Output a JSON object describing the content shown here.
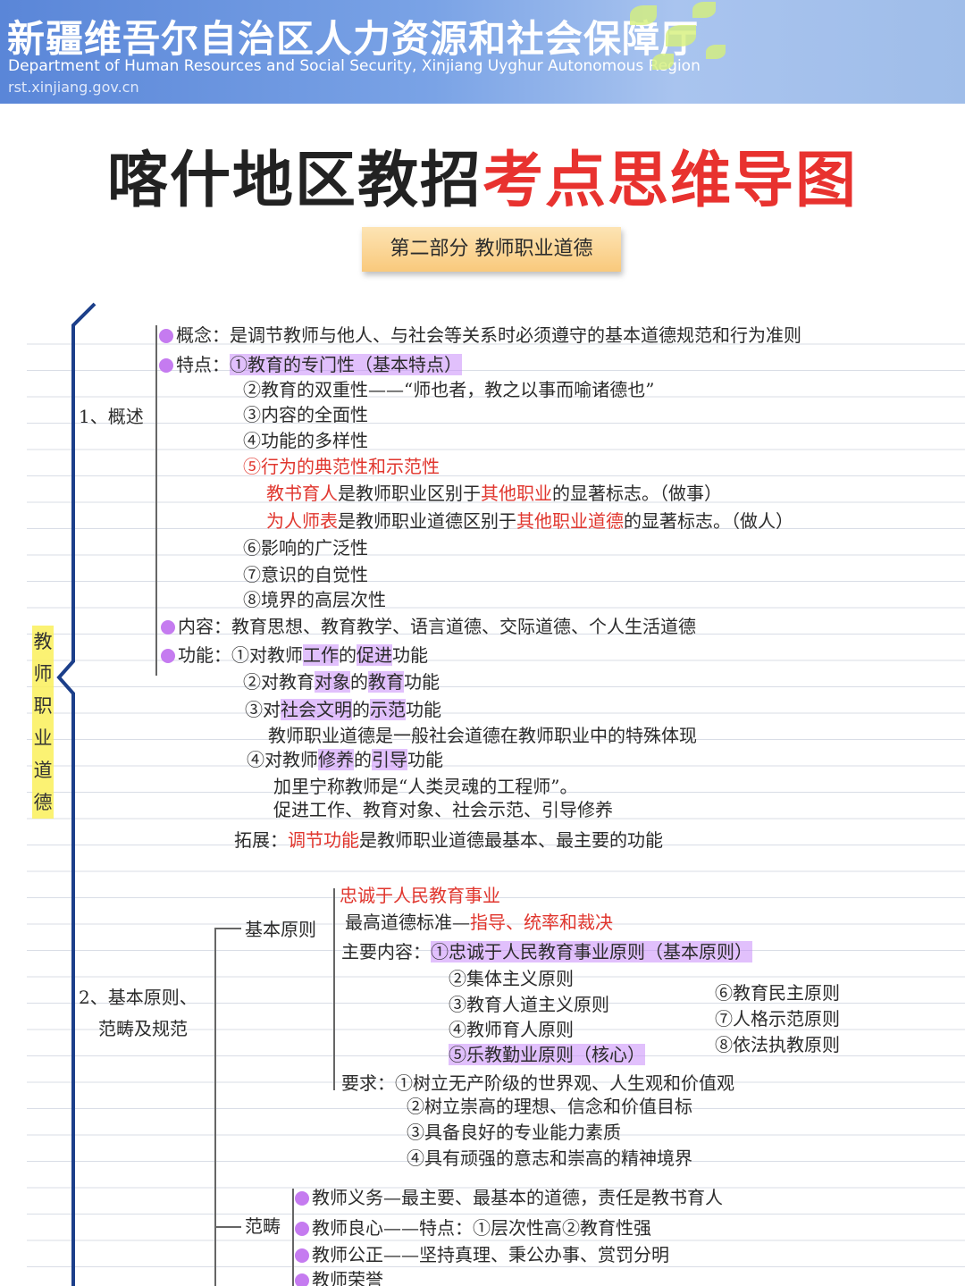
{
  "banner": {
    "title": "新疆维吾尔自治区人力资源和社会保障厅",
    "subtitle": "Department of Human Resources and Social Security, Xinjiang Uyghur Autonomous Region",
    "url": "rst.xinjiang.gov.cn"
  },
  "title": {
    "part1": "喀什地区教招",
    "part2": "考点思维导图"
  },
  "section_tag": "第二部分  教师职业道德",
  "side_label": [
    "教",
    "师",
    "职",
    "业",
    "道",
    "德"
  ],
  "overview": {
    "heading": "1、概述",
    "concept_label": "概念：",
    "concept": "是调节教师与他人、与社会等关系时必须遵守的基本道德规范和行为准则",
    "features_label": "特点：",
    "f1": "①教育的专门性（基本特点）",
    "f2": "②教育的双重性——“师也者，教之以事而喻诸德也”",
    "f3": "③内容的全面性",
    "f4": "④功能的多样性",
    "f5": "⑤行为的典范性和示范性",
    "f5a_1": "教书育人",
    "f5a_2": "是教师职业区别于",
    "f5a_3": "其他职业",
    "f5a_4": "的显著标志。（做事）",
    "f5b_1": "为人师表",
    "f5b_2": "是教师职业道德区别于",
    "f5b_3": "其他职业道德",
    "f5b_4": "的显著标志。（做人）",
    "f6": "⑥影响的广泛性",
    "f7": "⑦意识的自觉性",
    "f8": "⑧境界的高层次性",
    "content_label": "内容：",
    "content": "教育思想、教育教学、语言道德、交际道德、个人生活道德",
    "function_label": "功能：",
    "fn1_a": "①对教师",
    "fn1_b": "工作",
    "fn1_c": "的",
    "fn1_d": "促进",
    "fn1_e": "功能",
    "fn2_a": "②对教育",
    "fn2_b": "对象",
    "fn2_c": "的",
    "fn2_d": "教育",
    "fn2_e": "功能",
    "fn3_a": "③对",
    "fn3_b": "社会文明",
    "fn3_c": "的",
    "fn3_d": "示范",
    "fn3_e": "功能",
    "fn3_note": "教师职业道德是一般社会道德在教师职业中的特殊体现",
    "fn4_a": "④对教师",
    "fn4_b": "修养",
    "fn4_c": "的",
    "fn4_d": "引导",
    "fn4_e": "功能",
    "fn4_note1": "加里宁称教师是“人类灵魂的工程师”。",
    "fn4_note2": "促进工作、教育对象、社会示范、引导修养",
    "ext_label": "拓展：",
    "ext_red": "调节功能",
    "ext_rest": "是教师职业道德最基本、最主要的功能"
  },
  "principles": {
    "heading_1": "2、基本原则、",
    "heading_2": "范畴及规范",
    "basic_label": "基本原则",
    "p_title": "忠诚于人民教育事业",
    "p_std_a": "最高道德标准—",
    "p_std_b": "指导、统率和裁决",
    "p_main_label": "主要内容：",
    "p1": "①忠诚于人民教育事业原则（基本原则）",
    "p2": "②集体主义原则",
    "p3": "③教育人道主义原则",
    "p4": "④教师育人原则",
    "p5": "⑤乐教勤业原则（核心）",
    "p6": "⑥教育民主原则",
    "p7": "⑦人格示范原则",
    "p8": "⑧依法执教原则",
    "req_label": "要求：",
    "r1": "①树立无产阶级的世界观、人生观和价值观",
    "r2": "②树立崇高的理想、信念和价值目标",
    "r3": "③具备良好的专业能力素质",
    "r4": "④具有顽强的意志和崇高的精神境界",
    "category_label": "范畴",
    "c1": "教师义务—最主要、最基本的道德，责任是教书育人",
    "c2": "教师良心——特点：①层次性高②教育性强",
    "c3": "教师公正——坚持真理、秉公办事、赏罚分明",
    "c4": "教师荣誉"
  }
}
